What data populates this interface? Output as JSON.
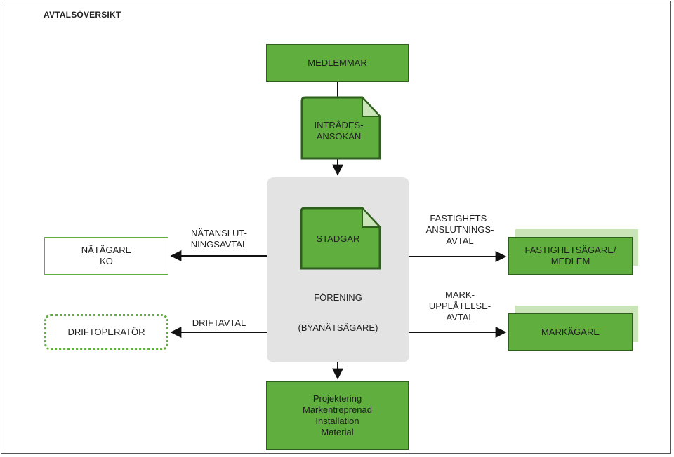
{
  "title": "AVTALSÖVERSIKT",
  "nodes": {
    "medlemmar": "MEDLEMMAR",
    "intradesansokan": "INTRÅDES-\nANSÖKAN",
    "stadgar": "STADGAR",
    "forening": "FÖRENING",
    "byanatsagare": "(BYANÄTSÄGARE)",
    "natagare": "NÄTÄGARE\nKO",
    "driftoperator": "DRIFTOPERATÖR",
    "fastighetsagare": "FASTIGHETSÄGARE/\nMEDLEM",
    "markagare": "MARKÄGARE",
    "projektering": "Projektering\nMarkentreprenad\nInstallation\nMaterial"
  },
  "edges": {
    "natanslutningsavtal": "NÄTANSLUT-\nNINGSAVTAL",
    "driftavtal": "DRIFTAVTAL",
    "fastighetsanslutningsavtal": "FASTIGHETS-\nANSLUTNINGS-\nAVTAL",
    "markupplatelseavtal": "MARK-\nUPPLÅTELSE-\nAVTAL"
  },
  "colors": {
    "green": "#5fae3e",
    "green_dark": "#2e5f1d",
    "light_green": "#c9e4b6",
    "panel": "#e3e3e3"
  }
}
